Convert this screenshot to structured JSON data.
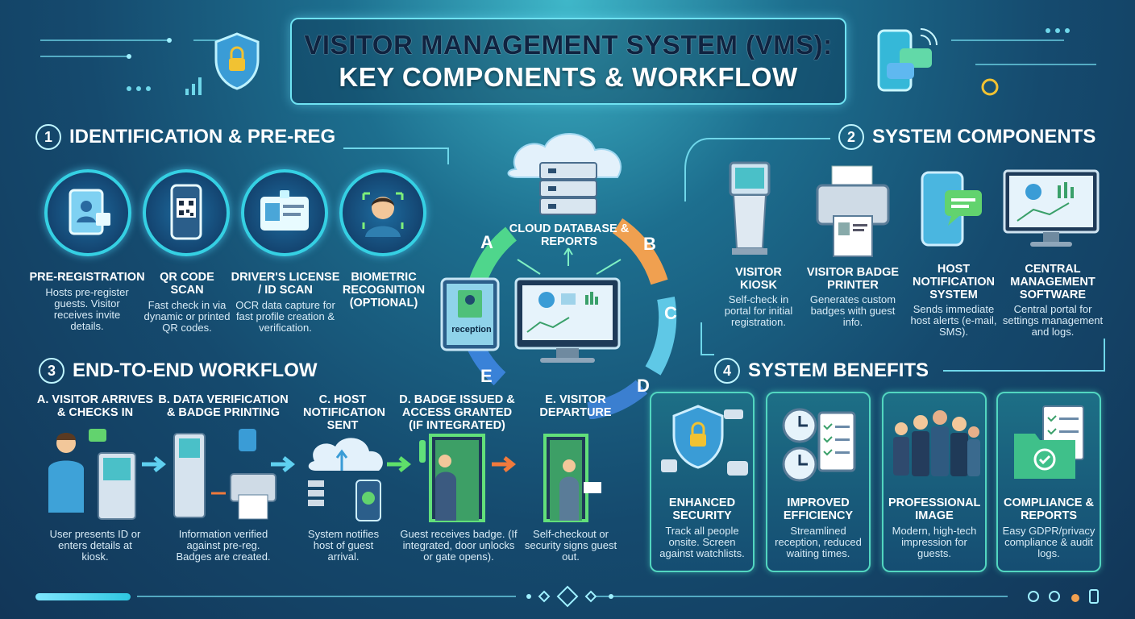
{
  "title": {
    "line1": "VISITOR MANAGEMENT SYSTEM (VMS):",
    "line2": "KEY COMPONENTS & WORKFLOW"
  },
  "sections": {
    "s1": {
      "num": "1",
      "title": "IDENTIFICATION & PRE-REG"
    },
    "s2": {
      "num": "2",
      "title": "SYSTEM COMPONENTS"
    },
    "s3": {
      "num": "3",
      "title": "END-TO-END WORKFLOW"
    },
    "s4": {
      "num": "4",
      "title": "SYSTEM BENEFITS"
    }
  },
  "identification": [
    {
      "label": "PRE-REGISTRATION",
      "desc": "Hosts pre-register guests. Visitor receives invite details."
    },
    {
      "label": "QR CODE SCAN",
      "desc": "Fast check in via dynamic or printed QR codes."
    },
    {
      "label": "DRIVER'S LICENSE / ID SCAN",
      "desc": "OCR data capture for fast profile creation & verification."
    },
    {
      "label": "BIOMETRIC RECOGNITION (OPTIONAL)",
      "desc": ""
    }
  ],
  "center": {
    "cloud_label": "CLOUD DATABASE & REPORTS",
    "tablet_label": "reception",
    "cycle": [
      "A",
      "B",
      "C",
      "D",
      "E"
    ]
  },
  "components": [
    {
      "label": "VISITOR KIOSK",
      "desc": "Self-check in portal for initial registration."
    },
    {
      "label": "VISITOR BADGE PRINTER",
      "desc": "Generates custom badges with guest info."
    },
    {
      "label": "HOST NOTIFICATION SYSTEM",
      "desc": "Sends immediate host alerts (e-mail, SMS)."
    },
    {
      "label": "CENTRAL MANAGEMENT SOFTWARE",
      "desc": "Central portal for settings management and logs."
    }
  ],
  "workflow": [
    {
      "label": "A. VISITOR ARRIVES & CHECKS IN",
      "desc": "User presents ID or enters details at kiosk."
    },
    {
      "label": "B. DATA VERIFICATION & BADGE PRINTING",
      "desc": "Information verified against pre-reg. Badges are created."
    },
    {
      "label": "C. HOST NOTIFICATION SENT",
      "desc": "System notifies host of guest arrival."
    },
    {
      "label": "D. BADGE ISSUED & ACCESS GRANTED (IF INTEGRATED)",
      "desc": "Guest receives badge. (If integrated, door unlocks or gate opens)."
    },
    {
      "label": "E. VISITOR DEPARTURE",
      "desc": "Self-checkout or security signs guest out."
    }
  ],
  "benefits": [
    {
      "label": "ENHANCED SECURITY",
      "desc": "Track all people onsite. Screen against watchlists."
    },
    {
      "label": "IMPROVED EFFICIENCY",
      "desc": "Streamlined reception, reduced waiting times."
    },
    {
      "label": "PROFESSIONAL IMAGE",
      "desc": "Modern, high-tech impression for guests."
    },
    {
      "label": "COMPLIANCE & REPORTS",
      "desc": "Easy GDPR/privacy compliance & audit logs."
    }
  ],
  "colors": {
    "accent": "#35d0e3",
    "card_border": "#52d6c0",
    "arrow_orange": "#f07a3c",
    "arrow_green": "#5fe06a"
  }
}
